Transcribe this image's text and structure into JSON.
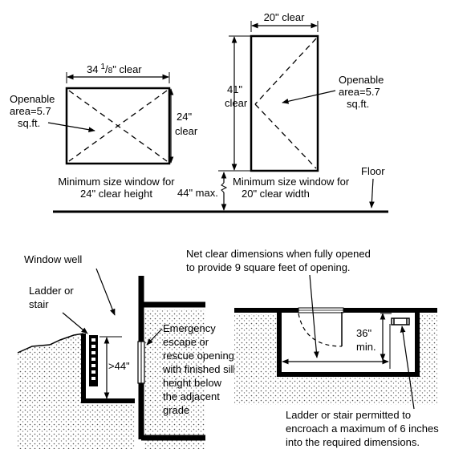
{
  "top": {
    "left_window": {
      "width_label": "34 1/8\" clear",
      "width_main": "34",
      "width_frac_num": "1",
      "width_frac_den": "8",
      "width_suffix": "\" clear",
      "height_label_1": "24\"",
      "height_label_2": "clear",
      "openable_1": "Openable",
      "openable_2": "area=5.7",
      "openable_3": "sq.ft.",
      "caption_1": "Minimum size window for",
      "caption_2": "24\" clear height"
    },
    "right_window": {
      "width_label": "20\" clear",
      "height_label_1": "41\"",
      "height_label_2": "clear",
      "openable_1": "Openable",
      "openable_2": "area=5.7",
      "openable_3": "sq.ft.",
      "caption_1": "Minimum size window for",
      "caption_2": "20\" clear width"
    },
    "sill_height": "44\" max.",
    "floor": "Floor"
  },
  "bottom": {
    "section": {
      "window_well": "Window well",
      "ladder_1": "Ladder or",
      "ladder_2": "stair",
      "depth": ">44\"",
      "escape_1": "Emergency",
      "escape_2": "escape or",
      "escape_3": "rescue opening",
      "escape_4": "with finished sill",
      "escape_5": "height below",
      "escape_6": "the adjacent",
      "escape_7": "grade"
    },
    "plan": {
      "note_1": "Net clear dimensions when fully opened",
      "note_2": "to provide 9 square feet of opening.",
      "min_1": "36\"",
      "min_2": "min.",
      "ladder_note_1": "Ladder or stair permitted to",
      "ladder_note_2": "encroach a maximum of 6 inches",
      "ladder_note_3": "into the required dimensions."
    }
  }
}
